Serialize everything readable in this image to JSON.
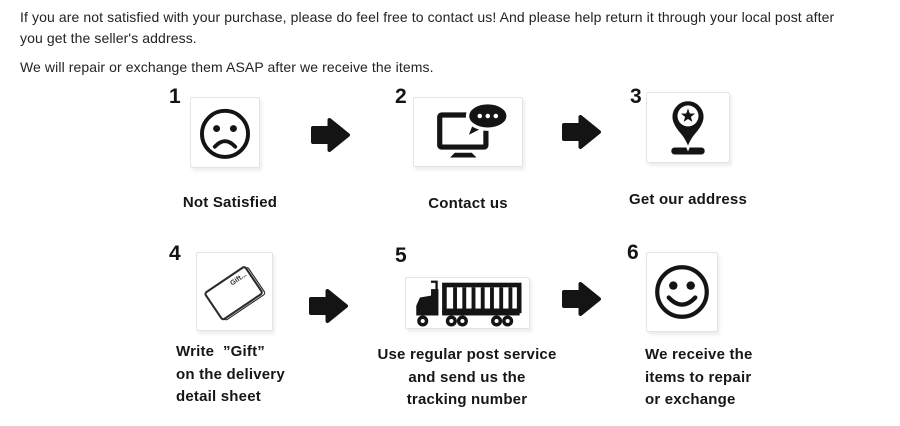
{
  "intro": {
    "p1_lines": [
      "If you are not satisfied with your purchase, please do feel free to contact us! And please help return it through your local post after",
      "you get the seller's address."
    ],
    "p2": "We will repair or exchange them ASAP after we receive the items."
  },
  "steps": [
    {
      "number": "1",
      "icon": "sad-face-icon",
      "label_lines": [
        "Not Satisfied"
      ]
    },
    {
      "number": "2",
      "icon": "computer-chat-icon",
      "label_lines": [
        "Contact us"
      ]
    },
    {
      "number": "3",
      "icon": "location-pin-icon",
      "label_lines": [
        "Get our address"
      ]
    },
    {
      "number": "4",
      "icon": "gift-sheet-icon",
      "icon_text": "Gift...",
      "label_lines": [
        "Write  ”Gift”",
        "on the delivery",
        "detail sheet"
      ]
    },
    {
      "number": "5",
      "icon": "delivery-truck-icon",
      "label_lines": [
        "Use regular post service",
        "and send us the",
        "tracking number"
      ]
    },
    {
      "number": "6",
      "icon": "happy-face-icon",
      "label_lines": [
        "We receive the",
        "items to repair",
        "or exchange"
      ]
    }
  ],
  "colors": {
    "ink": "#141414",
    "intro_text": "#222228",
    "box_border": "#e4e4e4"
  }
}
